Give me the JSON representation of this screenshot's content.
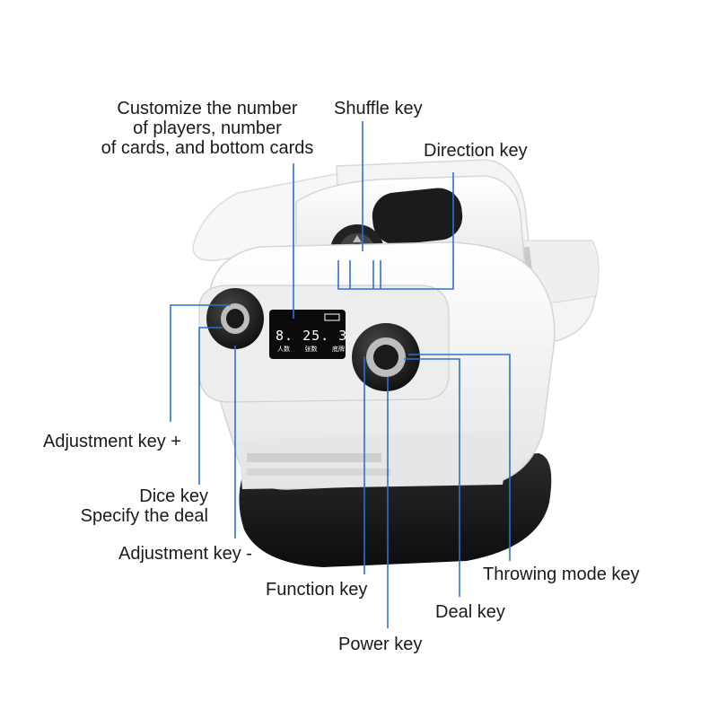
{
  "callouts": {
    "customize": "Customize the number\nof players, number\nof cards, and bottom cards",
    "shuffle_key": "Shuffle key",
    "direction_key": "Direction key",
    "adjustment_plus": "Adjustment key +",
    "dice_key": "Dice key\nSpecify the deal",
    "adjustment_minus": "Adjustment key -",
    "function_key": "Function key",
    "power_key": "Power key",
    "deal_key": "Deal key",
    "throwing_mode_key": "Throwing mode key"
  },
  "display": {
    "values": "8. 25. 3",
    "labels": [
      "人数",
      "张数",
      "底牌"
    ]
  },
  "colors": {
    "leader_line": "#2f6fd6",
    "device_body": "#f4f4f4",
    "base": "#1c1c1c",
    "display_text": "#ffffff"
  }
}
